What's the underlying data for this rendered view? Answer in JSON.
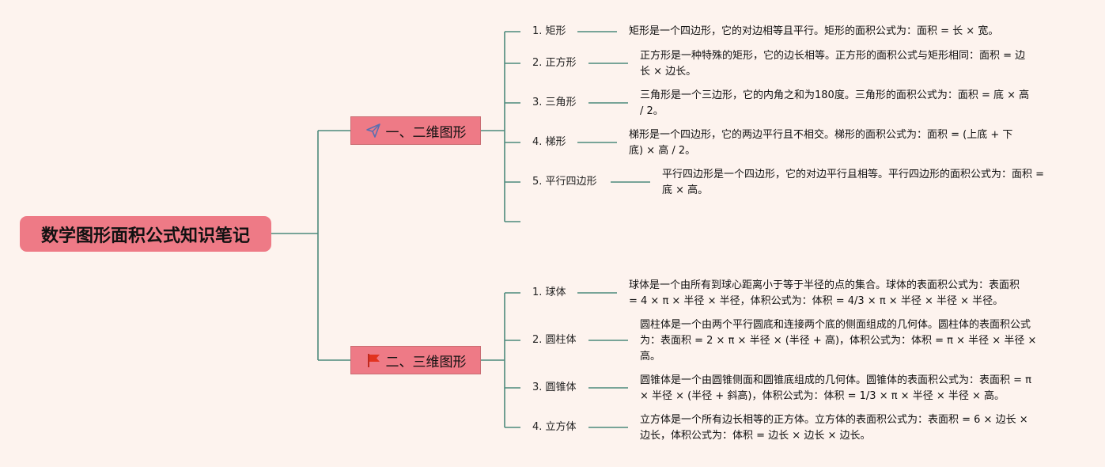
{
  "root": {
    "title": "数学图形面积公式知识笔记"
  },
  "colors": {
    "background": "#fdf3ee",
    "node_fill": "#ee7a86",
    "line": "#4d8a7c"
  },
  "branches": [
    {
      "label": "一、二维图形",
      "icon": "paper-plane-icon",
      "items": [
        {
          "label": "1. 矩形",
          "desc": "矩形是一个四边形，它的对边相等且平行。矩形的面积公式为：面积 = 长 × 宽。"
        },
        {
          "label": "2. 正方形",
          "desc": "正方形是一种特殊的矩形，它的边长相等。正方形的面积公式与矩形相同：面积 = 边长 × 边长。"
        },
        {
          "label": "3. 三角形",
          "desc": "三角形是一个三边形，它的内角之和为180度。三角形的面积公式为：面积 = 底 × 高 / 2。"
        },
        {
          "label": "4. 梯形",
          "desc": "梯形是一个四边形，它的两边平行且不相交。梯形的面积公式为：面积 = (上底 + 下底) × 高 / 2。"
        },
        {
          "label": "5. 平行四边形",
          "desc": "平行四边形是一个四边形，它的对边平行且相等。平行四边形的面积公式为：面积 = 底 × 高。"
        }
      ]
    },
    {
      "label": "二、三维图形",
      "icon": "red-flag-icon",
      "items": [
        {
          "label": "1. 球体",
          "desc": "球体是一个由所有到球心距离小于等于半径的点的集合。球体的表面积公式为：表面积 = 4 × π × 半径 × 半径，体积公式为：体积 = 4/3 × π × 半径 × 半径 × 半径。"
        },
        {
          "label": "2. 圆柱体",
          "desc": "圆柱体是一个由两个平行圆底和连接两个底的侧面组成的几何体。圆柱体的表面积公式为：表面积 = 2 × π × 半径 × (半径 + 高)，体积公式为：体积 = π × 半径 × 半径 × 高。"
        },
        {
          "label": "3. 圆锥体",
          "desc": "圆锥体是一个由圆锥侧面和圆锥底组成的几何体。圆锥体的表面积公式为：表面积 = π × 半径 × (半径 + 斜高)，体积公式为：体积 = 1/3 × π × 半径 × 半径 × 高。"
        },
        {
          "label": "4. 立方体",
          "desc": "立方体是一个所有边长相等的正方体。立方体的表面积公式为：表面积 = 6 × 边长 × 边长，体积公式为：体积 = 边长 × 边长 × 边长。"
        }
      ]
    }
  ]
}
